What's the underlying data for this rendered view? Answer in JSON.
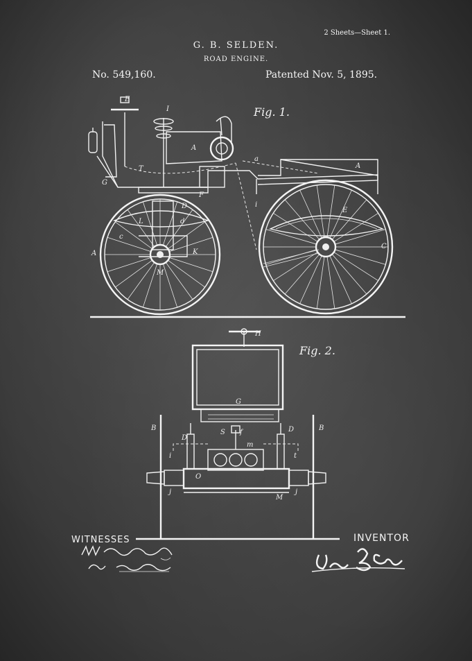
{
  "header": {
    "sheets": "2 Sheets—Sheet 1.",
    "inventor_name": "G. B. SELDEN.",
    "title": "ROAD ENGINE.",
    "patent_no": "No. 549,160.",
    "patent_date": "Patented Nov. 5, 1895."
  },
  "figures": {
    "fig1": "Fig. 1.",
    "fig2": "Fig. 2."
  },
  "fig1_callouts": [
    "E",
    "I",
    "A",
    "a",
    "A",
    "G",
    "T",
    "F",
    "D",
    "L",
    "d",
    "c",
    "K",
    "A",
    "M",
    "E",
    "C",
    "i"
  ],
  "fig2_callouts": [
    "H",
    "G",
    "B",
    "B",
    "D",
    "D",
    "S",
    "f",
    "i",
    "t",
    "O",
    "m",
    "j",
    "M",
    "j"
  ],
  "footer": {
    "witnesses_label": "WITNESSES",
    "witness_1_signature": "W. Wilkelay Jr.",
    "witness_2_signature": "Geo. Eastman",
    "inventor_label": "INVENTOR",
    "inventor_signature": "Geo. B. Selden"
  },
  "colors": {
    "background": "#3a3a3a",
    "ink": "#f2f2f2"
  }
}
